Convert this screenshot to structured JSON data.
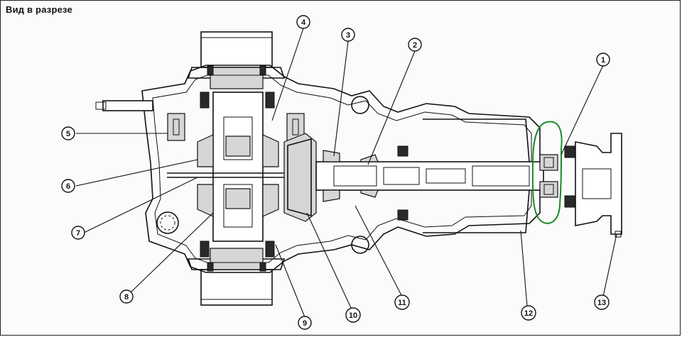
{
  "title": "Вид в разрезе",
  "labels": [
    {
      "id": "1",
      "text": "1"
    },
    {
      "id": "2",
      "text": "2"
    },
    {
      "id": "3",
      "text": "3"
    },
    {
      "id": "4",
      "text": "4"
    },
    {
      "id": "5",
      "text": "5"
    },
    {
      "id": "6",
      "text": "6"
    },
    {
      "id": "7",
      "text": "7"
    },
    {
      "id": "8",
      "text": "8"
    },
    {
      "id": "9",
      "text": "9"
    },
    {
      "id": "10",
      "text": "10"
    },
    {
      "id": "11",
      "text": "11"
    },
    {
      "id": "12",
      "text": "12"
    },
    {
      "id": "13",
      "text": "13"
    }
  ],
  "highlight_color": "#1e8a2a"
}
